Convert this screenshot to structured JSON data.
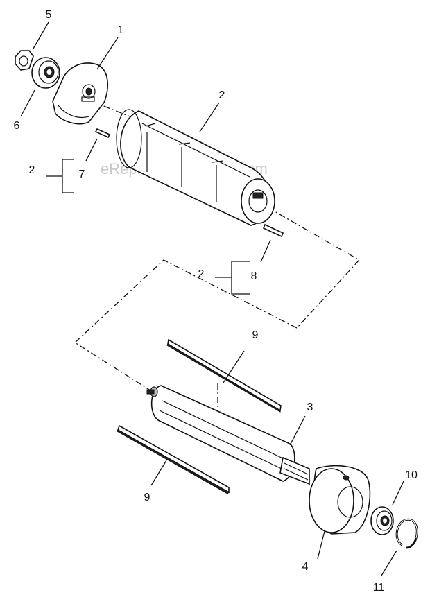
{
  "watermark": "eReplacementParts.com",
  "callouts": {
    "c1": "1",
    "c2_top": "2",
    "c2_bracket7": "2",
    "c7": "7",
    "c2_bracket8": "2",
    "c8": "8",
    "c3": "3",
    "c4": "4",
    "c5": "5",
    "c6": "6",
    "c9_top": "9",
    "c9_bottom": "9",
    "c10": "10",
    "c11": "11"
  }
}
